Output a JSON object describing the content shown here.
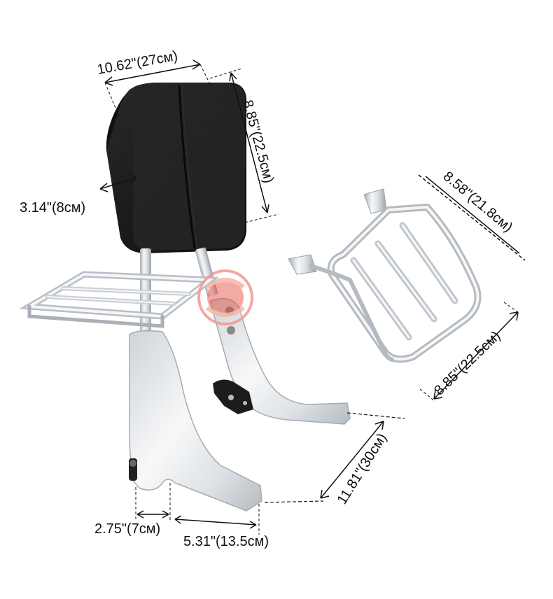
{
  "dimensions": {
    "backrest_width": "10.62\"(27см)",
    "backrest_height": "8.85\"(22.5см)",
    "backrest_thickness": "3.14\"(8см)",
    "rack_width": "8.58\"(21.8см)",
    "rack_height": "8.85\"(22.5см)",
    "upright_height": "11.81\"(30см)",
    "mount_gap": "2.75\"(7см)",
    "mount_span": "5.31\"(13.5см)"
  },
  "colors": {
    "chrome_light": "#f2f4f6",
    "chrome_mid": "#c9ced4",
    "chrome_dark": "#7c838b",
    "pad_black": "#1c1c1c",
    "watermark": "#e8483c"
  },
  "icons": {
    "watermark": "logo-watermark-icon"
  }
}
